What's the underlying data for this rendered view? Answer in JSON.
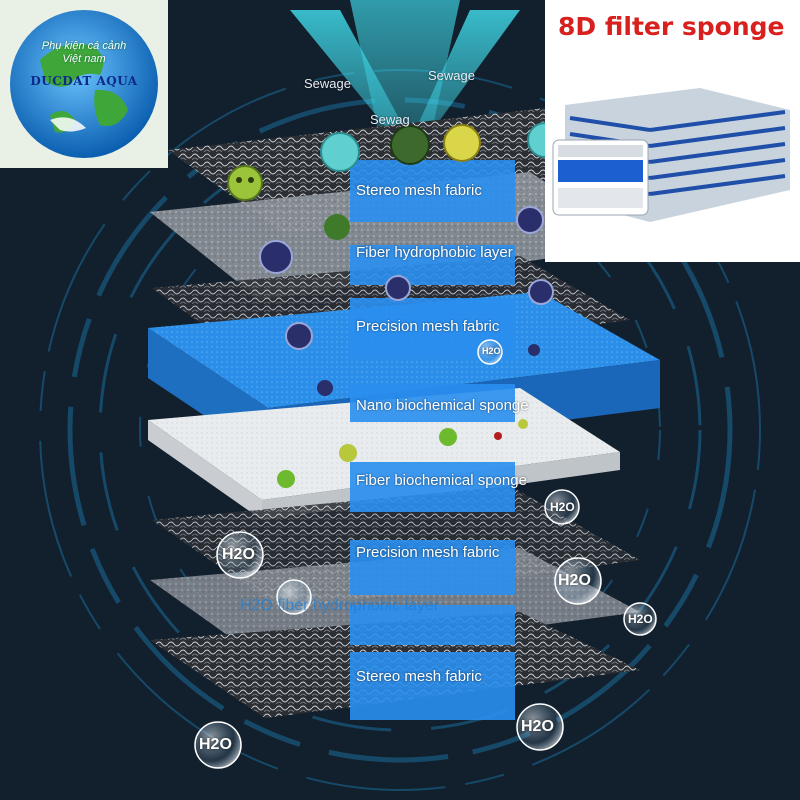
{
  "logo": {
    "tagline_line1": "Phụ kiện cá cảnh",
    "tagline_line2": "Việt nam",
    "brand": "DUCDAT AQUA"
  },
  "product": {
    "title": "8D filter sponge"
  },
  "flow": {
    "inflow_left": "Sewage",
    "inflow_right": "Sewage",
    "inflow_center": "Sewag"
  },
  "layers": [
    "Stereo mesh fabric",
    "Fiber hydrophobic layer",
    "Precision mesh fabric",
    "Nano biochemical sponge",
    "Fiber biochemical sponge",
    "Precision mesh fabric",
    "H2O fiber hydrophobic layer",
    "Stereo mesh fabric"
  ],
  "water_label": "H2O",
  "colors": {
    "background": "#141a22",
    "accent_blue": "#2a8ff0",
    "title_red": "#d8211e",
    "brand_navy": "#0d2a8a"
  }
}
